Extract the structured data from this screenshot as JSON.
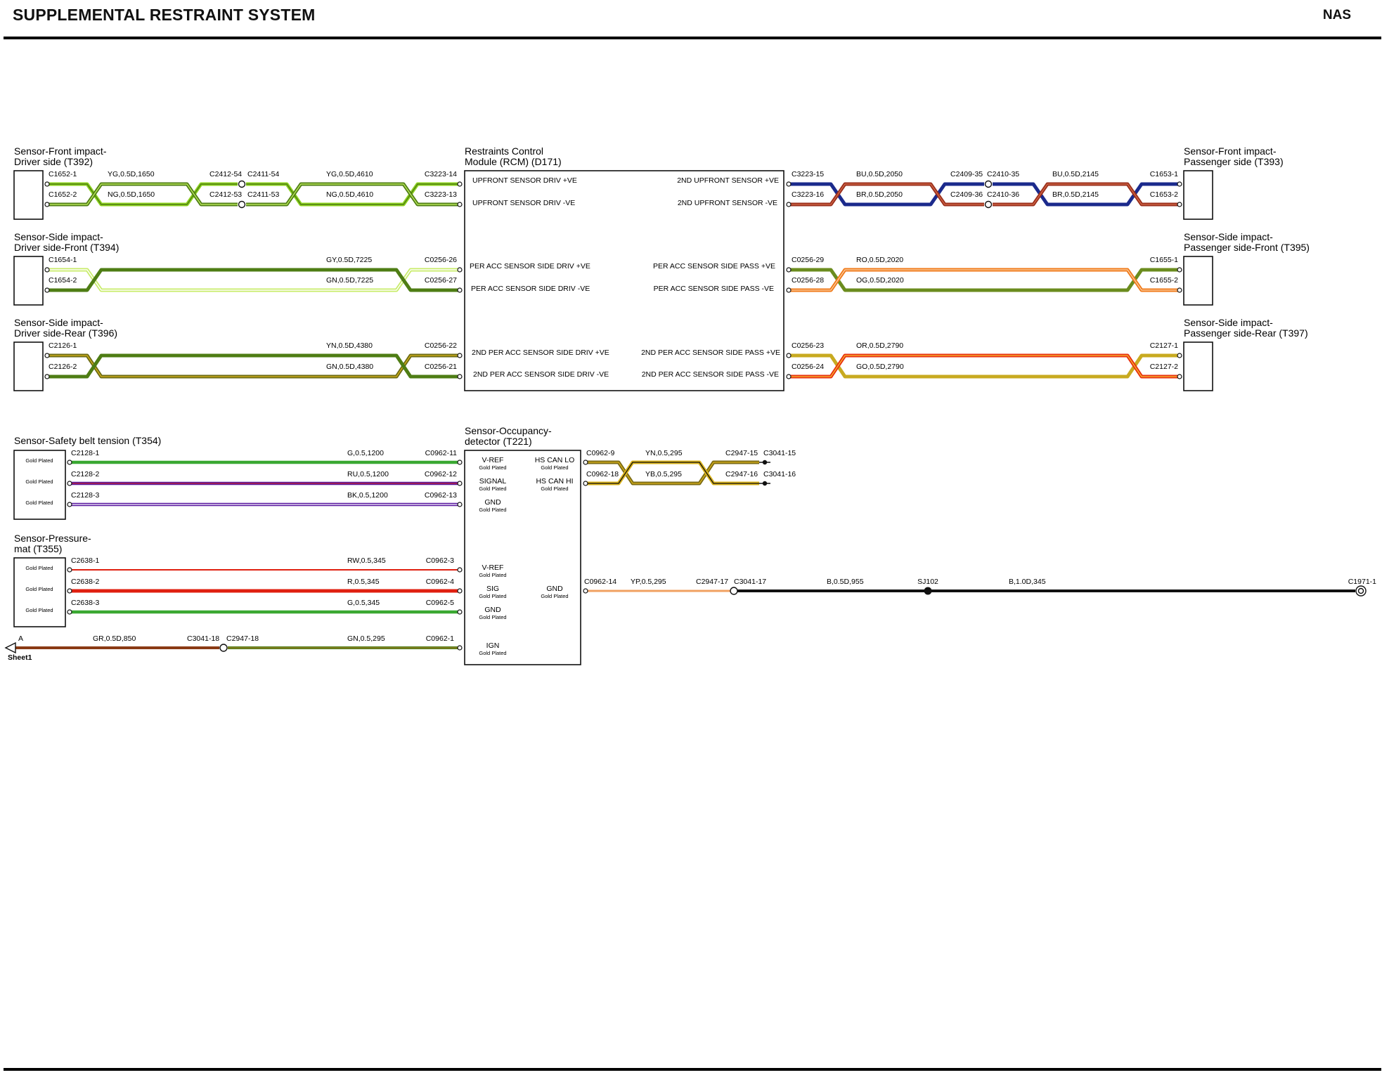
{
  "header": {
    "title": "SUPPLEMENTAL RESTRAINT SYSTEM",
    "region": "NAS"
  },
  "components": {
    "front_driver": {
      "line1": "Sensor-Front impact-",
      "line2": "Driver side (T392)"
    },
    "side_front_driver": {
      "line1": "Sensor-Side impact-",
      "line2": "Driver side-Front (T394)"
    },
    "side_rear_driver": {
      "line1": "Sensor-Side impact-",
      "line2": "Driver side-Rear (T396)"
    },
    "rcm": {
      "line1": "Restraints Control",
      "line2": "Module (RCM) (D171)"
    },
    "front_pass": {
      "line1": "Sensor-Front impact-",
      "line2": "Passenger side (T393)"
    },
    "side_front_pass": {
      "line1": "Sensor-Side impact-",
      "line2": "Passenger side-Front (T395)"
    },
    "side_rear_pass": {
      "line1": "Sensor-Side impact-",
      "line2": "Passenger side-Rear (T397)"
    },
    "belt": {
      "line1": "Sensor-Safety belt tension (T354)"
    },
    "occupancy": {
      "line1": "Sensor-Occupancy-",
      "line2": "detector (T221)"
    },
    "pressure": {
      "line1": "Sensor-Pressure-",
      "line2": "mat (T355)"
    }
  },
  "rcm_pins": {
    "l1": "UPFRONT SENSOR DRIV +VE",
    "l2": "UPFRONT SENSOR DRIV -VE",
    "l3": "PER ACC SENSOR SIDE DRIV +VE",
    "l4": "PER ACC SENSOR SIDE DRIV -VE",
    "l5": "2ND PER ACC SENSOR SIDE DRIV +VE",
    "l6": "2ND PER ACC SENSOR SIDE DRIV -VE",
    "r1": "2ND UPFRONT SENSOR +VE",
    "r2": "2ND UPFRONT SENSOR -VE",
    "r3": "PER ACC SENSOR SIDE PASS +VE",
    "r4": "PER ACC SENSOR SIDE PASS -VE",
    "r5": "2ND PER ACC SENSOR SIDE PASS +VE",
    "r6": "2ND PER ACC SENSOR SIDE PASS -VE"
  },
  "occ_pins": {
    "vref1": "V-REF",
    "signal": "SIGNAL",
    "gnd1": "GND",
    "hs_lo": "HS CAN LO",
    "hs_hi": "HS CAN HI",
    "vref2": "V-REF",
    "sig": "SIG",
    "gnd2": "GND",
    "gnd3": "GND",
    "ign": "IGN",
    "gold": "Gold Plated"
  },
  "connectors": {
    "c1652_1": "C1652-1",
    "c1652_2": "C1652-2",
    "c2412_54": "C2412-54",
    "c2411_54": "C2411-54",
    "c2412_53": "C2412-53",
    "c2411_53": "C2411-53",
    "c3223_14": "C3223-14",
    "c3223_13": "C3223-13",
    "c3223_15": "C3223-15",
    "c3223_16": "C3223-16",
    "c2409_35": "C2409-35",
    "c2410_35": "C2410-35",
    "c2409_36": "C2409-36",
    "c2410_36": "C2410-36",
    "c1653_1": "C1653-1",
    "c1653_2": "C1653-2",
    "c1654_1": "C1654-1",
    "c1654_2": "C1654-2",
    "c0256_26": "C0256-26",
    "c0256_27": "C0256-27",
    "c0256_29": "C0256-29",
    "c0256_28": "C0256-28",
    "c1655_1": "C1655-1",
    "c1655_2": "C1655-2",
    "c2126_1": "C2126-1",
    "c2126_2": "C2126-2",
    "c0256_22": "C0256-22",
    "c0256_21": "C0256-21",
    "c0256_23": "C0256-23",
    "c0256_24": "C0256-24",
    "c2127_1": "C2127-1",
    "c2127_2": "C2127-2",
    "c2128_1": "C2128-1",
    "c2128_2": "C2128-2",
    "c2128_3": "C2128-3",
    "c0962_11": "C0962-11",
    "c0962_12": "C0962-12",
    "c0962_13": "C0962-13",
    "c0962_9": "C0962-9",
    "c0962_18": "C0962-18",
    "c2947_15": "C2947-15",
    "c3041_15": "C3041-15",
    "c2947_16": "C2947-16",
    "c3041_16": "C3041-16",
    "c2638_1": "C2638-1",
    "c2638_2": "C2638-2",
    "c2638_3": "C2638-3",
    "c0962_3": "C0962-3",
    "c0962_4": "C0962-4",
    "c0962_5": "C0962-5",
    "c0962_1": "C0962-1",
    "c0962_14": "C0962-14",
    "c2947_17": "C2947-17",
    "c3041_17": "C3041-17",
    "sj102": "SJ102",
    "c1971_1": "C1971-1",
    "c3041_18": "C3041-18",
    "c2947_18": "C2947-18",
    "sheet_letter": "A",
    "sheet": "Sheet1"
  },
  "wires": {
    "w1a": "YG,0.5D,1650",
    "w1b": "YG,0.5D,4610",
    "w2a": "NG,0.5D,1650",
    "w2b": "NG,0.5D,4610",
    "w3a": "BU,0.5D,2050",
    "w3b": "BU,0.5D,2145",
    "w4a": "BR,0.5D,2050",
    "w4b": "BR,0.5D,2145",
    "w5": "GY,0.5D,7225",
    "w6": "GN,0.5D,7225",
    "w7": "RO,0.5D,2020",
    "w8": "OG,0.5D,2020",
    "w9": "YN,0.5D,4380",
    "w10": "GN,0.5D,4380",
    "w11": "OR,0.5D,2790",
    "w12": "GO,0.5D,2790",
    "w13": "G,0.5,1200",
    "w14": "RU,0.5,1200",
    "w15": "BK,0.5,1200",
    "w16": "YN,0.5,295",
    "w17": "YB,0.5,295",
    "w18": "RW,0.5,345",
    "w19": "R,0.5,345",
    "w20": "G,0.5,345",
    "w21": "YP,0.5,295",
    "w22": "B,0.5D,955",
    "w23": "B,1.0D,345",
    "w24": "GR,0.5D,850",
    "w25": "GN,0.5,295"
  },
  "wire_colors": {
    "yellow_green": "#8cd21e",
    "green_dark": "#4e7d14",
    "neutral": "#d9d2a0",
    "blue": "#1b2a8c",
    "brown": "#9a2f1c",
    "grey": "#9aa0a0",
    "green": "#3aa832",
    "red": "#e02010",
    "orange": "#f07a1a",
    "yellow": "#d9b21a",
    "purple": "#5a1aa0",
    "black": "#111111",
    "white": "#ffffff",
    "pink": "#f0a0b0"
  }
}
